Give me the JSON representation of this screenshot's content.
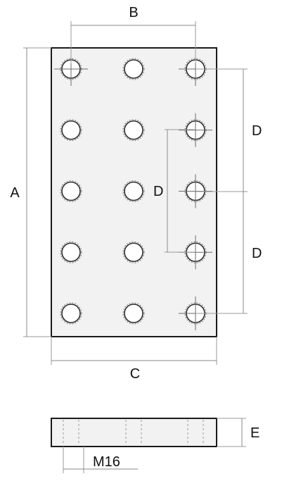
{
  "labels": {
    "a": "A",
    "b": "B",
    "c": "C",
    "d": "D",
    "e": "E",
    "thread": "M16"
  },
  "plate": {
    "hole_columns": 3,
    "hole_rows": 5
  }
}
